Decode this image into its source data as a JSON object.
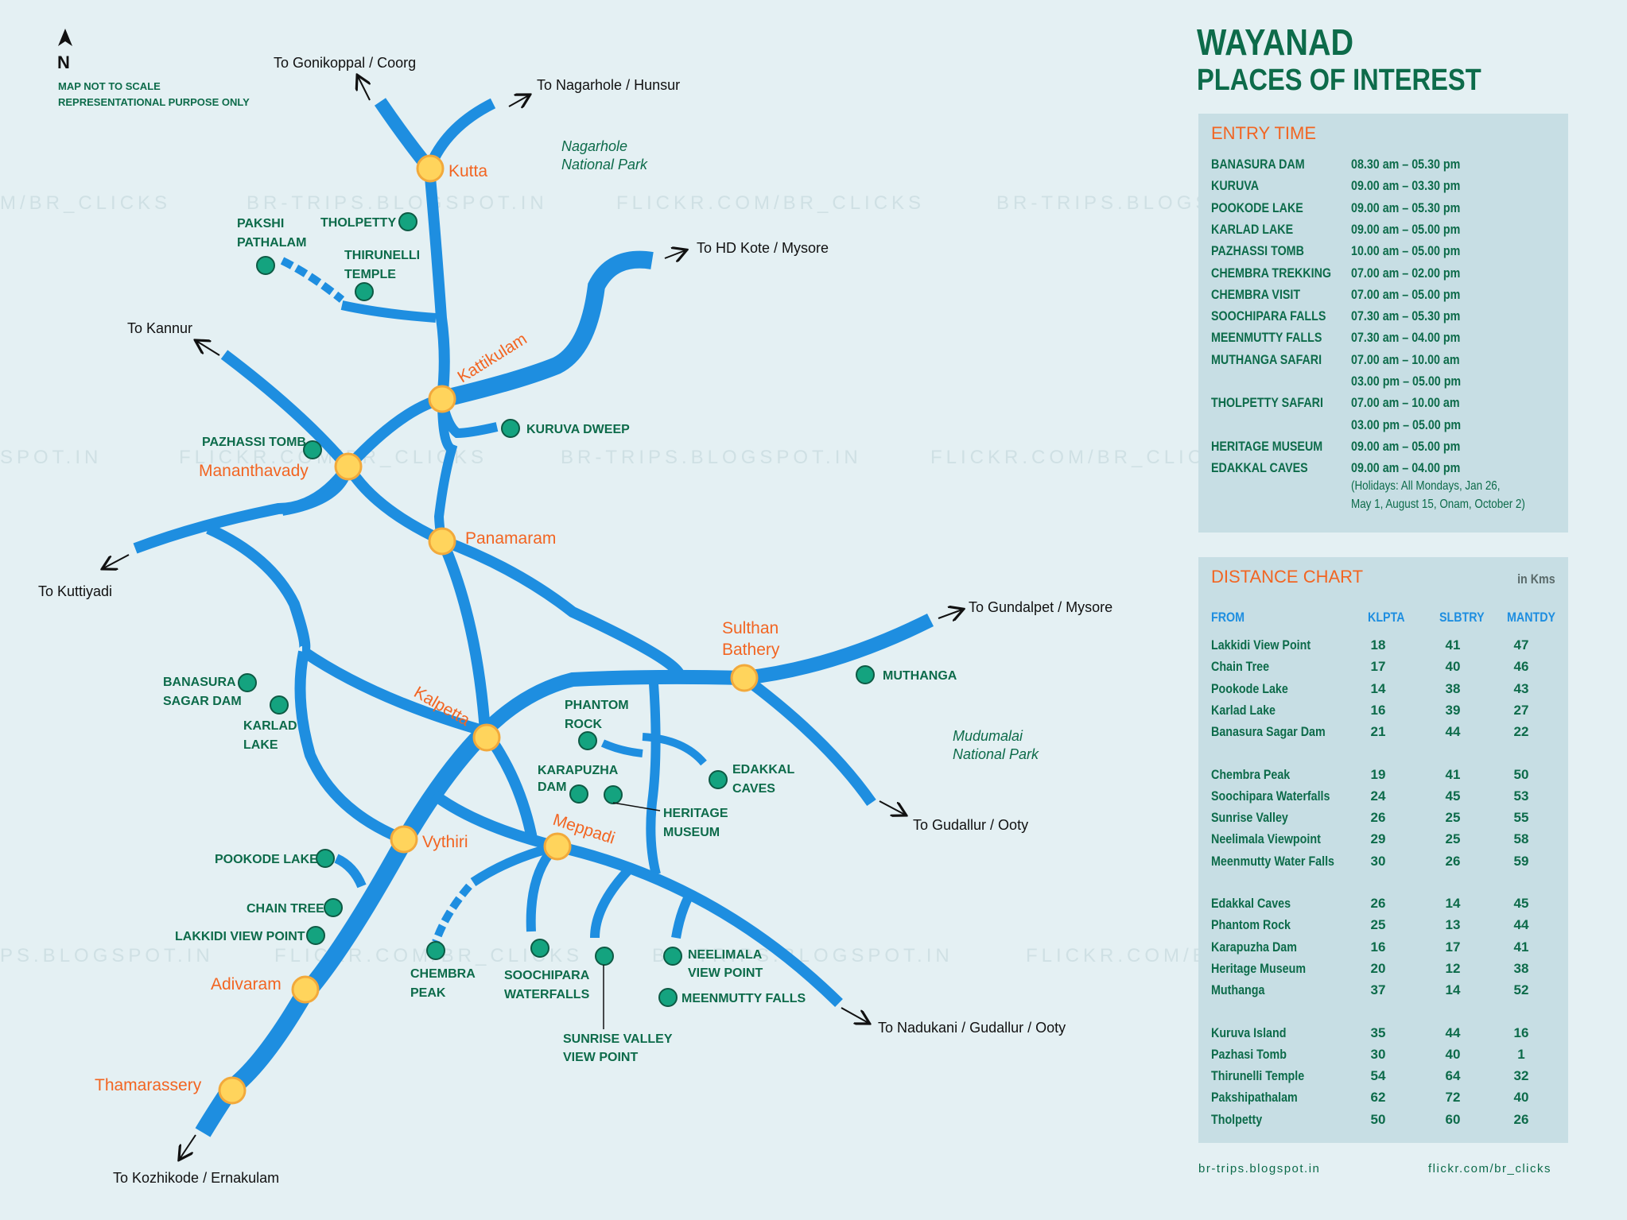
{
  "header": {
    "north": "N",
    "note1": "MAP NOT TO SCALE",
    "note2": "REPRESENTATIONAL PURPOSE ONLY",
    "title1": "WAYANAD",
    "title2": "PLACES OF INTEREST"
  },
  "watermarks": [
    "M/BR_CLICKS",
    "BR-TRIPS.BLOGSPOT.IN",
    "FLICKR.COM/BR_CLICKS",
    "BR-TRIPS.BLOGS",
    "SPOT.IN",
    "FLICKR.COM/BR_CLICKS",
    "BR-TRIPS.BLOGSPOT.IN",
    "FLICKR.COM/BR_CLICK",
    "PS.BLOGSPOT.IN",
    "FLICKR.COM/BR_CLICKS",
    "BR-TRIPS.BLOGSPOT.IN",
    "FLICKR.COM/BR_CLICKS"
  ],
  "map": {
    "towns": [
      "Kutta",
      "Kattikulam",
      "Mananthavady",
      "Panamaram",
      "Sulthan",
      "Bathery",
      "Kalpetta",
      "Vythiri",
      "Meppadi",
      "Adivaram",
      "Thamarassery"
    ],
    "destinations": [
      "To Gonikoppal / Coorg",
      "To Nagarhole / Hunsur",
      "To HD Kote / Mysore",
      "To Kannur",
      "To Kuttiyadi",
      "To Gundalpet / Mysore",
      "To Gudallur / Ooty",
      "To Nadukani / Gudallur / Ooty",
      "To Kozhikode / Ernakulam"
    ],
    "parks": [
      "Nagarhole",
      "National Park",
      "Mudumalai",
      "National Park"
    ],
    "pois": [
      "THOLPETTY",
      "PAKSHI",
      "PATHALAM",
      "THIRUNELLI",
      "TEMPLE",
      "KURUVA DWEEP",
      "PAZHASSI TOMB",
      "BANASURA",
      "SAGAR DAM",
      "KARLAD",
      "LAKE",
      "PHANTOM",
      "ROCK",
      "MUTHANGA",
      "EDAKKAL",
      "CAVES",
      "KARAPUZHA",
      "DAM",
      "HERITAGE",
      "MUSEUM",
      "POOKODE LAKE",
      "CHAIN TREE",
      "LAKKIDI VIEW POINT",
      "CHEMBRA",
      "PEAK",
      "SOOCHIPARA",
      "WATERFALLS",
      "SUNRISE VALLEY",
      "VIEW POINT",
      "NEELIMALA",
      "VIEW POINT",
      "MEENMUTTY FALLS"
    ]
  },
  "entry_time": {
    "heading": "ENTRY TIME",
    "rows": [
      {
        "place": "BANASURA DAM",
        "time": "08.30 am – 05.30 pm"
      },
      {
        "place": "KURUVA",
        "time": "09.00 am – 03.30 pm"
      },
      {
        "place": "POOKODE LAKE",
        "time": "09.00 am – 05.30 pm"
      },
      {
        "place": "KARLAD LAKE",
        "time": "09.00 am – 05.00 pm"
      },
      {
        "place": "PAZHASSI TOMB",
        "time": "10.00 am – 05.00 pm"
      },
      {
        "place": "CHEMBRA TREKKING",
        "time": "07.00 am – 02.00 pm"
      },
      {
        "place": "CHEMBRA VISIT",
        "time": "07.00 am – 05.00 pm"
      },
      {
        "place": "SOOCHIPARA FALLS",
        "time": "07.30 am – 05.30 pm"
      },
      {
        "place": "MEENMUTTY FALLS",
        "time": "07.30 am – 04.00 pm"
      },
      {
        "place": "MUTHANGA SAFARI",
        "time": "07.00 am – 10.00 am"
      },
      {
        "place": "",
        "time": "03.00 pm – 05.00 pm"
      },
      {
        "place": "THOLPETTY SAFARI",
        "time": "07.00 am – 10.00 am"
      },
      {
        "place": "",
        "time": "03.00 pm – 05.00 pm"
      },
      {
        "place": "HERITAGE MUSEUM",
        "time": "09.00 am – 05.00 pm"
      },
      {
        "place": "EDAKKAL CAVES",
        "time": "09.00 am – 04.00 pm"
      }
    ],
    "note1": "(Holidays: All Mondays, Jan 26,",
    "note2": "May 1,  August 15, Onam, October 2)"
  },
  "distance_chart": {
    "heading": "DISTANCE CHART",
    "unit": "in Kms",
    "columns": [
      "FROM",
      "KLPTA",
      "SLBTRY",
      "MANTDY"
    ],
    "groups": [
      [
        [
          "Lakkidi View Point",
          "18",
          "41",
          "47"
        ],
        [
          "Chain Tree",
          "17",
          "40",
          "46"
        ],
        [
          "Pookode Lake",
          "14",
          "38",
          "43"
        ],
        [
          "Karlad Lake",
          "16",
          "39",
          "27"
        ],
        [
          "Banasura Sagar Dam",
          "21",
          "44",
          "22"
        ]
      ],
      [
        [
          "Chembra Peak",
          "19",
          "41",
          "50"
        ],
        [
          "Soochipara Waterfalls",
          "24",
          "45",
          "53"
        ],
        [
          "Sunrise Valley",
          "26",
          "25",
          "55"
        ],
        [
          "Neelimala Viewpoint",
          "29",
          "25",
          "58"
        ],
        [
          "Meenmutty Water Falls",
          "30",
          "26",
          "59"
        ]
      ],
      [
        [
          "Edakkal Caves",
          "26",
          "14",
          "45"
        ],
        [
          "Phantom Rock",
          "25",
          "13",
          "44"
        ],
        [
          "Karapuzha Dam",
          "16",
          "17",
          "41"
        ],
        [
          "Heritage Museum",
          "20",
          "12",
          "38"
        ],
        [
          "Muthanga",
          "37",
          "14",
          "52"
        ]
      ],
      [
        [
          "Kuruva Island",
          "35",
          "44",
          "16"
        ],
        [
          "Pazhasi Tomb",
          "30",
          "40",
          "1"
        ],
        [
          "Thirunelli Temple",
          "54",
          "64",
          "32"
        ],
        [
          "Pakshipathalam",
          "62",
          "72",
          "40"
        ],
        [
          "Tholpetty",
          "50",
          "60",
          "26"
        ]
      ]
    ]
  },
  "footer": {
    "left": "br-trips.blogspot.in",
    "right": "flickr.com/br_clicks"
  },
  "colors": {
    "road": "#1e8ee0",
    "town": "#ffd45c",
    "town_label": "#f26522",
    "poi": "#14a37f",
    "poi_label": "#0d6b4a",
    "background": "#e4f0f3",
    "panel": "#c7dee4"
  }
}
